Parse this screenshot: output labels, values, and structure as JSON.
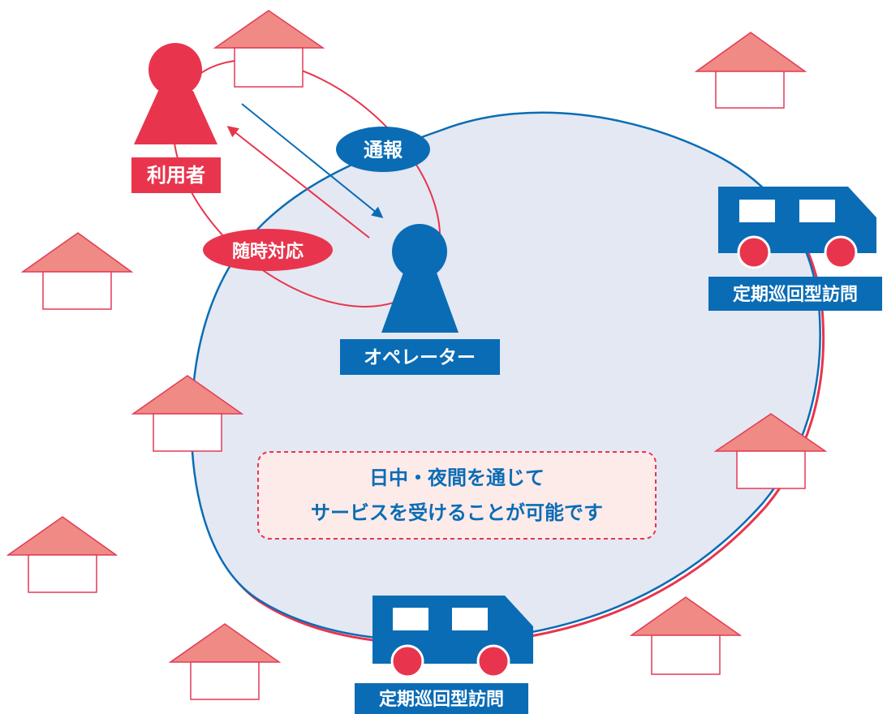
{
  "labels": {
    "user": "利用者",
    "operator": "オペレーター",
    "report": "通報",
    "response": "随時対応",
    "visit_right": "定期巡回型訪問",
    "visit_bottom": "定期巡回型訪問",
    "service_line1": "日中・夜間を通じて",
    "service_line2": "サービスを受けることが可能です"
  },
  "colors": {
    "accent_red": "#e8354d",
    "accent_blue": "#0a6cb5",
    "house_roof": "#ef8a84",
    "house_outline": "#e23a56",
    "area_fill": "#e3e8f3",
    "note_fill": "#fdebea"
  }
}
